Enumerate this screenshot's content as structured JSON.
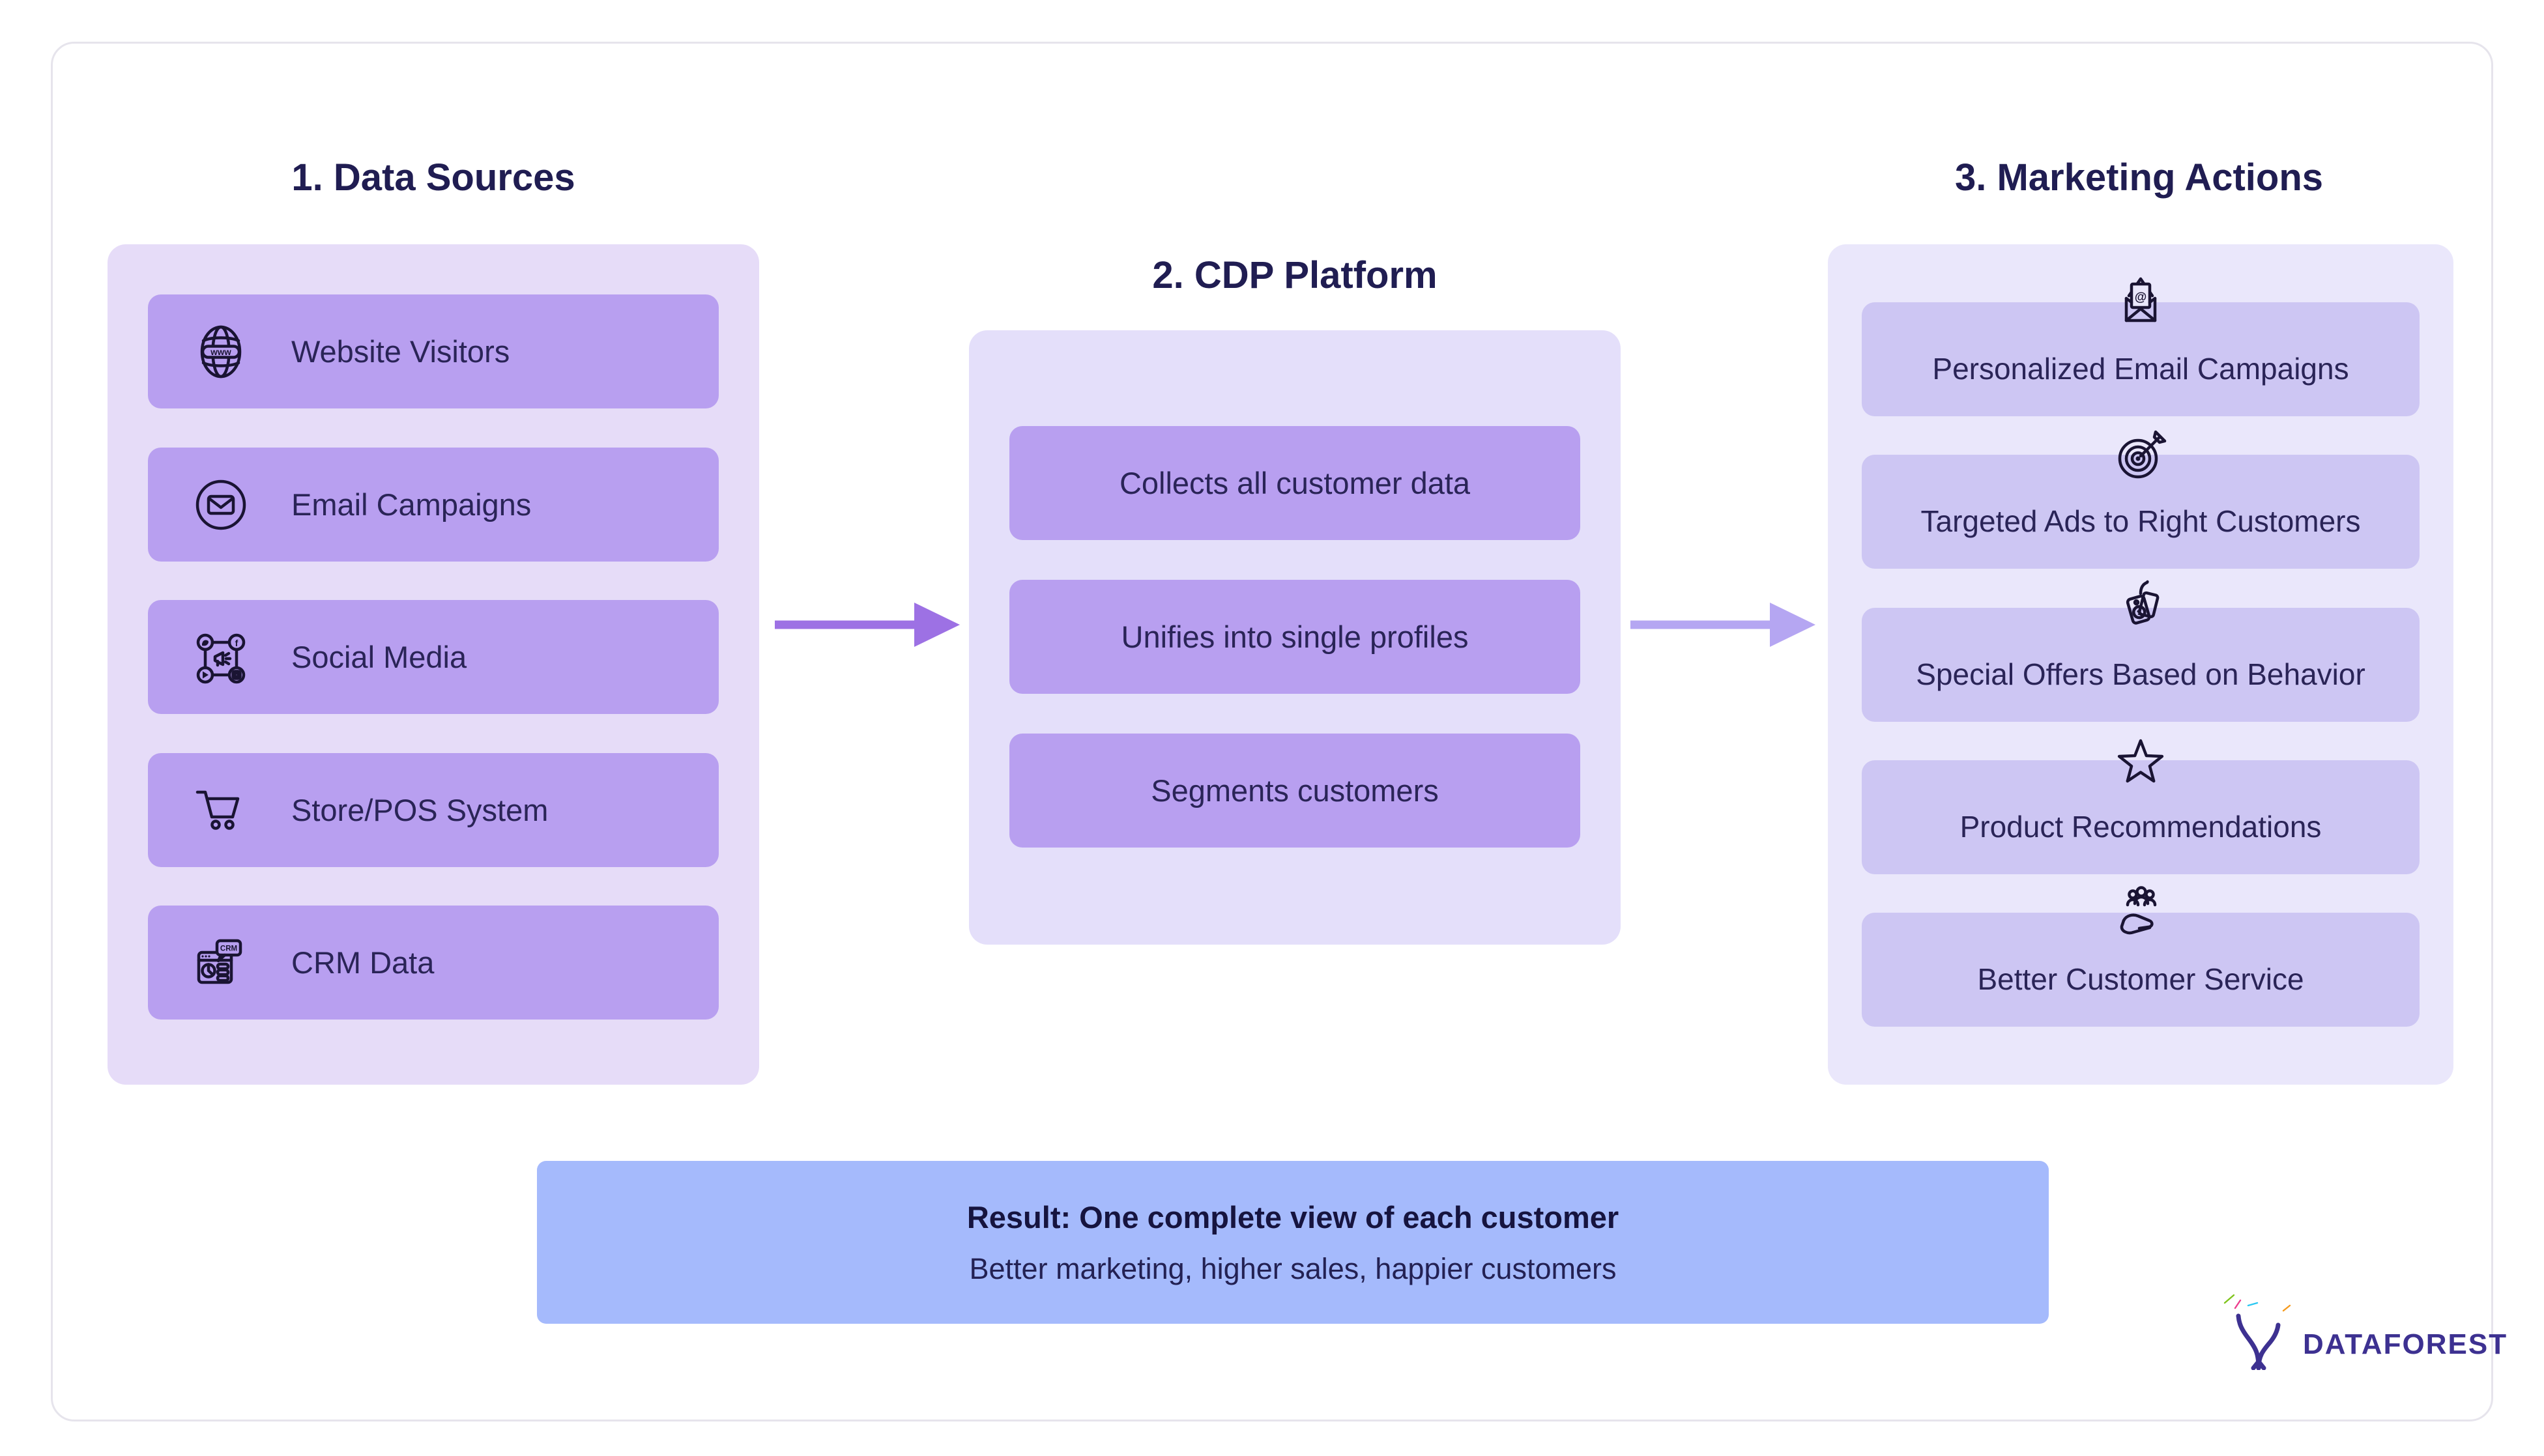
{
  "diagram": {
    "sources": {
      "heading": "1. Data Sources",
      "items": [
        {
          "label": "Website Visitors",
          "icon": "globe-www-icon"
        },
        {
          "label": "Email Campaigns",
          "icon": "envelope-circle-icon"
        },
        {
          "label": "Social Media",
          "icon": "social-media-icon"
        },
        {
          "label": "Store/POS System",
          "icon": "shopping-cart-icon"
        },
        {
          "label": "CRM Data",
          "icon": "crm-window-icon"
        }
      ]
    },
    "platform": {
      "heading": "2. CDP Platform",
      "items": [
        {
          "label": "Collects all customer data"
        },
        {
          "label": "Unifies into single profiles"
        },
        {
          "label": "Segments customers"
        }
      ]
    },
    "actions": {
      "heading": "3. Marketing Actions",
      "items": [
        {
          "label": "Personalized Email Campaigns",
          "icon": "open-email-at-icon"
        },
        {
          "label": "Targeted Ads to Right Customers",
          "icon": "target-dart-icon"
        },
        {
          "label": "Special Offers Based on Behavior",
          "icon": "price-tags-icon"
        },
        {
          "label": "Product Recommendations",
          "icon": "star-icon"
        },
        {
          "label": "Better Customer Service",
          "icon": "customer-care-icon"
        }
      ]
    }
  },
  "result": {
    "title": "Result: One complete view of each customer",
    "subtitle": "Better marketing, higher sales, happier customers"
  },
  "icon_glyphs": {
    "globe": "www",
    "crm": "CRM",
    "email_at": "@",
    "dollar": "$",
    "facebook": "f"
  },
  "logo": {
    "name": "DATAFOREST"
  },
  "colors": {
    "heading_text": "#201d52",
    "item_text": "#2a2457",
    "panel_left": "#e6dcf8",
    "panel_middle": "#e4dffa",
    "panel_right": "#eae7fb",
    "item_purple": "#b89ff0",
    "item_lavender": "#cdc6f3",
    "arrow_strong": "#9d71e4",
    "arrow_soft": "#b5a6f2",
    "result_bg": "#a5bafc",
    "icon_stroke": "#1a1433",
    "logo_text": "#3d3191"
  }
}
